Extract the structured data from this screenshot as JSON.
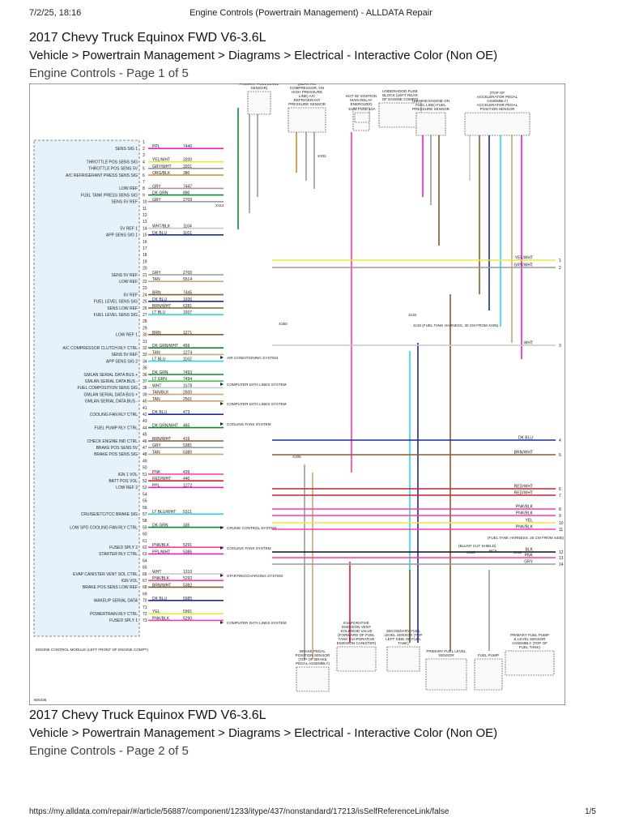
{
  "header": {
    "datetime": "7/2/25, 18:16",
    "title": "Engine Controls (Powertrain Management) - ALLDATA Repair"
  },
  "vehicle": "2017 Chevy Truck Equinox FWD V6-3.6L",
  "breadcrumb": "Vehicle > Powertrain Management > Diagrams > Electrical - Interactive Color (Non OE)",
  "page_label": "Engine Controls - Page 1 of 5",
  "page2": {
    "vehicle": "2017 Chevy Truck Equinox FWD V6-3.6L",
    "breadcrumb": "Vehicle > Powertrain Management > Diagrams > Electrical - Interactive Color (Non OE)",
    "page_label": "Engine Controls - Page 2 of 5"
  },
  "footer": {
    "url": "https://my.alldata.com/repair/#/article/56887/component/1233/itype/437/nonstandard/17213/isSelfReferenceLink/false",
    "page": "1/5"
  },
  "diagram": {
    "ecm_label": "ENGINE CONTROL MODULE (LEFT FRONT OF ENGINE COMPT)",
    "diagram_number": "505336",
    "components": [
      {
        "id": "fuel-tank-pressure-sensor",
        "label": "FUEL TANK PRESSURE SENSOR (TOP OF FUEL PUMP & PRIMARY FUEL LEVEL SENSOR)"
      },
      {
        "id": "ac-refrigerant-pressure-sensor",
        "label": "(NEAR A/C COMPRESSOR, ON HIGH PRESSURE LINE) A/C REFRIGERANT PRESSURE SENSOR"
      },
      {
        "id": "underhood-fuse-block",
        "label": "HOT W/ IGNITION MAIN RELAY ENERGIZED"
      },
      {
        "id": "fuse-block-detail",
        "label": "UNDERHOOD FUSE BLOCK (LEFT REAR OF ENGINE COMPT)"
      },
      {
        "id": "ecm-fuse",
        "label": "ECM FUSE 10A"
      },
      {
        "id": "fuel-pressure-sensor",
        "label": "(BEHIND ENGINE ON FUEL LINE) FUEL PRESSURE SENSOR"
      },
      {
        "id": "accelerator-pedal-sensor",
        "label": "(TOP OF ACCELERATOR PEDAL ASSEMBLY) ACCELERATOR PEDAL POSITION SENSOR"
      },
      {
        "id": "brake-pedal-sensor",
        "label": "BRAKE PEDAL POSITION SENSOR (TOP OF BRAKE PEDAL ASSEMBLY)"
      },
      {
        "id": "evap-solenoid",
        "label": "EVAPORATIVE EMISSION VENT SOLENOID VALVE (FORWARD OF FUEL TANK EVAPORATIVE EMISSION CANISTER)"
      },
      {
        "id": "secondary-fuel-level",
        "label": "SECONDARY FUEL LEVEL SENSOR (TOP LEFT SIDE OF FUEL TANK)"
      },
      {
        "id": "primary-fuel-level",
        "label": "PRIMARY FUEL LEVEL SENSOR"
      },
      {
        "id": "fuel-pump",
        "label": "FUEL PUMP"
      },
      {
        "id": "fuel-pump-assembly",
        "label": "PRIMARY FUEL PUMP & LEVEL SENSOR ASSEMBLY (TOP OF FUEL TANK)"
      }
    ],
    "notes": {
      "j419": "J419 (FUEL TANK HARNESS, 30 CM FROM X405)",
      "j413": "(FUEL TANK HARNESS, 25 CM FROM X405)",
      "blunt_cut": "(BLUNT CUT SHIELD)",
      "nca": "NCA"
    },
    "pins": [
      {
        "pin": "1",
        "signal": ""
      },
      {
        "pin": "2",
        "signal": "SENS SIG 1",
        "wire": "PPL",
        "circuit": "7446"
      },
      {
        "pin": "3",
        "signal": "",
        "wire": "",
        "circuit": ""
      },
      {
        "pin": "4",
        "signal": "THROTTLE POS SENS SIG",
        "wire": "YEL/WHT",
        "circuit": "3200"
      },
      {
        "pin": "5",
        "signal": "THROTTLE POS SENS 5V",
        "wire": "GRY/WHT",
        "circuit": "3201"
      },
      {
        "pin": "6",
        "signal": "A/C REFRIGERANT PRESS SENS SIG",
        "wire": "ORG/BLK",
        "circuit": "380"
      },
      {
        "pin": "7",
        "signal": ""
      },
      {
        "pin": "8",
        "signal": "LOW REF",
        "wire": "GRY",
        "circuit": "7447"
      },
      {
        "pin": "9",
        "signal": "FUEL TANK PRESS SENS SIG",
        "wire": "DK GRN",
        "circuit": "890"
      },
      {
        "pin": "10",
        "signal": "SENS 5V REF",
        "wire": "GRY",
        "circuit": "2709"
      },
      {
        "pin": "11",
        "signal": ""
      },
      {
        "pin": "12",
        "signal": ""
      },
      {
        "pin": "13",
        "signal": ""
      },
      {
        "pin": "14",
        "signal": "5V REF 1",
        "wire": "WHT/BLK",
        "circuit": "1164"
      },
      {
        "pin": "15",
        "signal": "APP SENS SIG 1",
        "wire": "DK BLU",
        "circuit": "1161"
      },
      {
        "pin": "16",
        "signal": ""
      },
      {
        "pin": "17",
        "signal": ""
      },
      {
        "pin": "18",
        "signal": ""
      },
      {
        "pin": "19",
        "signal": ""
      },
      {
        "pin": "20",
        "signal": ""
      },
      {
        "pin": "21",
        "signal": "SENS 5V REF",
        "wire": "GRY",
        "circuit": "2700"
      },
      {
        "pin": "22",
        "signal": "LOW REF",
        "wire": "TAN",
        "circuit": "5514"
      },
      {
        "pin": "23",
        "signal": ""
      },
      {
        "pin": "24",
        "signal": "5V REF",
        "wire": "BRN",
        "circuit": "7445"
      },
      {
        "pin": "25",
        "signal": "FUEL LEVEL SENS SIG",
        "wire": "DK BLU",
        "circuit": "1936"
      },
      {
        "pin": "26",
        "signal": "SENS LOW REF",
        "wire": "BRN/WHT",
        "circuit": "6281"
      },
      {
        "pin": "27",
        "signal": "FUEL LEVEL SENS SIG",
        "wire": "LT BLU",
        "circuit": "1937"
      },
      {
        "pin": "28",
        "signal": ""
      },
      {
        "pin": "29",
        "signal": ""
      },
      {
        "pin": "30",
        "signal": "LOW REF 1",
        "wire": "BRN",
        "circuit": "1271"
      },
      {
        "pin": "31",
        "signal": ""
      },
      {
        "pin": "32",
        "signal": "A/C COMPRESSOR CLUTCH RLY CTRL",
        "wire": "DK GRN/WHT",
        "circuit": "459"
      },
      {
        "pin": "33",
        "signal": "SENS 5V REF",
        "wire": "TAN",
        "circuit": "1274"
      },
      {
        "pin": "34",
        "signal": "APP SENS SIG 2",
        "wire": "LT BLU",
        "circuit": "1162"
      },
      {
        "pin": "35",
        "signal": ""
      },
      {
        "pin": "36",
        "signal": "GMLAN SERIAL DATA BUS +",
        "wire": "DK GRN",
        "circuit": "7493"
      },
      {
        "pin": "37",
        "signal": "GMLAN SERIAL DATA BUS -",
        "wire": "LT GRN",
        "circuit": "7494"
      },
      {
        "pin": "38",
        "signal": "FUEL COMPOSITION SENS SIG",
        "wire": "WHT",
        "circuit": "1578"
      },
      {
        "pin": "39",
        "signal": "GMLAN SERIAL DATA BUS +",
        "wire": "TAN/BLK",
        "circuit": "2500"
      },
      {
        "pin": "40",
        "signal": "GMLAN SERIAL DATA BUS -",
        "wire": "TAN",
        "circuit": "2501"
      },
      {
        "pin": "41",
        "signal": ""
      },
      {
        "pin": "42",
        "signal": "COOLING FAN RLY CTRL",
        "wire": "DK BLU",
        "circuit": "473"
      },
      {
        "pin": "43",
        "signal": ""
      },
      {
        "pin": "44",
        "signal": "FUEL PUMP RLY CTRL",
        "wire": "DK GRN/WHT",
        "circuit": "465"
      },
      {
        "pin": "45",
        "signal": ""
      },
      {
        "pin": "46",
        "signal": "CHECK ENGINE IND CTRL",
        "wire": "BRN/WHT",
        "circuit": "419"
      },
      {
        "pin": "47",
        "signal": "BRAKE POS SENS 5V",
        "wire": "GRY",
        "circuit": "5381"
      },
      {
        "pin": "48",
        "signal": "BRAKE POS SENS SIG",
        "wire": "TAN",
        "circuit": "5380"
      },
      {
        "pin": "49",
        "signal": ""
      },
      {
        "pin": "50",
        "signal": ""
      },
      {
        "pin": "51",
        "signal": "IGN 1 VOL",
        "wire": "PNK",
        "circuit": "439"
      },
      {
        "pin": "52",
        "signal": "BATT POS VOL",
        "wire": "RED/WHT",
        "circuit": "440"
      },
      {
        "pin": "53",
        "signal": "LOW REF 2",
        "wire": "PPL",
        "circuit": "1272"
      },
      {
        "pin": "54",
        "signal": ""
      },
      {
        "pin": "55",
        "signal": ""
      },
      {
        "pin": "56",
        "signal": ""
      },
      {
        "pin": "57",
        "signal": "CRUISE/ETC/TCC BRAKE SIG",
        "wire": "LT BLU/WHT",
        "circuit": "5311"
      },
      {
        "pin": "58",
        "signal": ""
      },
      {
        "pin": "59",
        "signal": "LOW SPD COOLING FAN RLY CTRL",
        "wire": "DK GRN",
        "circuit": "335"
      },
      {
        "pin": "60",
        "signal": ""
      },
      {
        "pin": "61",
        "signal": ""
      },
      {
        "pin": "62",
        "signal": "FUSED SPLY 2",
        "wire": "PNK/BLK",
        "circuit": "5291"
      },
      {
        "pin": "63",
        "signal": "STARTER RLY CTRL",
        "wire": "PPL/WHT",
        "circuit": "5386"
      },
      {
        "pin": "64",
        "signal": ""
      },
      {
        "pin": "65",
        "signal": ""
      },
      {
        "pin": "66",
        "signal": "EVAP CANISTER VENT SOL CTRL",
        "wire": "WHT",
        "circuit": "1310"
      },
      {
        "pin": "67",
        "signal": "IGN VOL",
        "wire": "PNK/BLK",
        "circuit": "5292"
      },
      {
        "pin": "68",
        "signal": "BRAKE POS SENS LOW REF",
        "wire": "BRN/WHT",
        "circuit": "5382"
      },
      {
        "pin": "69",
        "signal": ""
      },
      {
        "pin": "70",
        "signal": "WAKEUP SERIAL DATA",
        "wire": "DK BLU",
        "circuit": "5985"
      },
      {
        "pin": "71",
        "signal": ""
      },
      {
        "pin": "72",
        "signal": "POWERTRAIN RLY CTRL",
        "wire": "YEL",
        "circuit": "5991"
      },
      {
        "pin": "73",
        "signal": "FUSED SPLY 1",
        "wire": "PNK/BLK",
        "circuit": "5290"
      }
    ],
    "destinations": [
      {
        "id": "ac-system",
        "label": "AIR CONDITIONING SYSTEM"
      },
      {
        "id": "data-lines-1",
        "label": "COMPUTER DATA LINES SYSTEM"
      },
      {
        "id": "data-lines-2",
        "label": "COMPUTER DATA LINES SYSTEM"
      },
      {
        "id": "cooling-fans-1",
        "label": "COOLING FANS SYSTEM"
      },
      {
        "id": "cruise-control",
        "label": "CRUISE CONTROL SYSTEM"
      },
      {
        "id": "cooling-fans-2",
        "label": "COOLING FANS SYSTEM"
      },
      {
        "id": "starting-charging",
        "label": "STARTING/CHARGING SYSTEM"
      },
      {
        "id": "data-lines-3",
        "label": "COMPUTER DATA LINES SYSTEM"
      }
    ],
    "connectors": [
      "X112",
      "X202",
      "X350",
      "X205",
      "X405",
      "J419",
      "J413"
    ],
    "right_edge": [
      {
        "n": "1",
        "wire": "YEL/WHT"
      },
      {
        "n": "2",
        "wire": "GRY/WHT"
      },
      {
        "n": "3",
        "wire": "WHT"
      },
      {
        "n": "4",
        "wire": "DK BLU"
      },
      {
        "n": "5",
        "wire": "BRN/WHT"
      },
      {
        "n": "6",
        "wire": "RED/WHT"
      },
      {
        "n": "7",
        "wire": "RED/WHT"
      },
      {
        "n": "8",
        "wire": "PNK/BLK"
      },
      {
        "n": "9",
        "wire": "PNK/BLK"
      },
      {
        "n": "10",
        "wire": "YEL"
      },
      {
        "n": "11",
        "wire": "PNK/BLK"
      },
      {
        "n": "12",
        "wire": "BLK"
      },
      {
        "n": "13",
        "wire": "PNK"
      },
      {
        "n": "14",
        "wire": "GRY"
      }
    ],
    "colors": {
      "ppl": "#e91ec9",
      "yel": "#eaea3a",
      "gry": "#9a9a9a",
      "org": "#d38a2a",
      "dkgrn": "#0c8a2c",
      "dkblu": "#1a2a9a",
      "ltblu": "#28d8e8",
      "brn": "#8a5a2a",
      "tan": "#c8a878",
      "pnk": "#ff3aa0",
      "red": "#d02030",
      "wht": "#c8c8c8",
      "ltgrn": "#2ecf4a",
      "ecm_fill": "#e6f2fb"
    }
  }
}
